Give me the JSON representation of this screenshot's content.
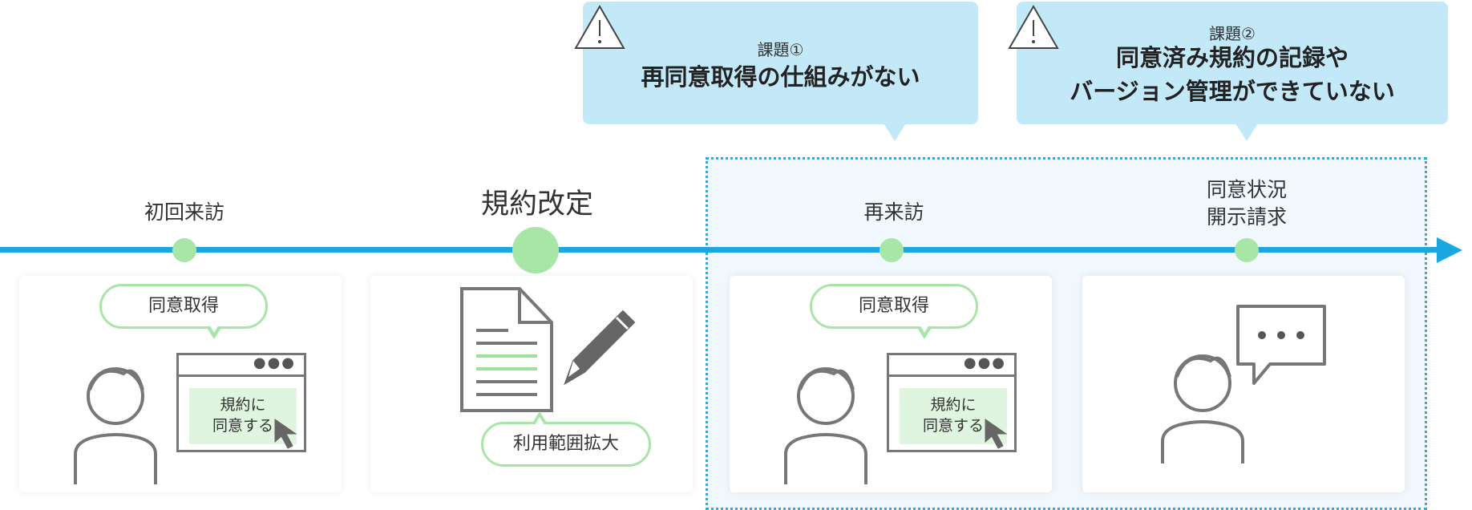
{
  "issues": [
    {
      "small": "課題①",
      "lines": [
        "再同意取得の仕組みがない"
      ]
    },
    {
      "small": "課題②",
      "lines": [
        "同意済み規約の記録や",
        "バージョン管理ができていない"
      ]
    }
  ],
  "timeline": [
    {
      "lines": [
        "初回来訪"
      ]
    },
    {
      "lines": [
        "規約改定"
      ]
    },
    {
      "lines": [
        "再来訪"
      ]
    },
    {
      "lines": [
        "同意状況",
        "開示請求"
      ]
    }
  ],
  "cards": {
    "first_visit": {
      "bubble": "同意取得",
      "button_lines": [
        "規約に",
        "同意する"
      ]
    },
    "revision": {
      "bubble": "利用範囲拡大"
    },
    "revisit": {
      "bubble": "同意取得",
      "button_lines": [
        "規約に",
        "同意する"
      ]
    },
    "disclosure": {
      "chat": "• • •"
    }
  },
  "colors": {
    "timeline": "#1ba8e0",
    "node": "#a8e6a8",
    "issue_bg": "#c3e9f8",
    "dotted_border": "#27aee0",
    "icon": "#777777"
  },
  "icons": [
    "warning-icon",
    "person-icon",
    "browser-window-icon",
    "cursor-icon",
    "document-icon",
    "pencil-icon",
    "speech-bubble-icon"
  ]
}
